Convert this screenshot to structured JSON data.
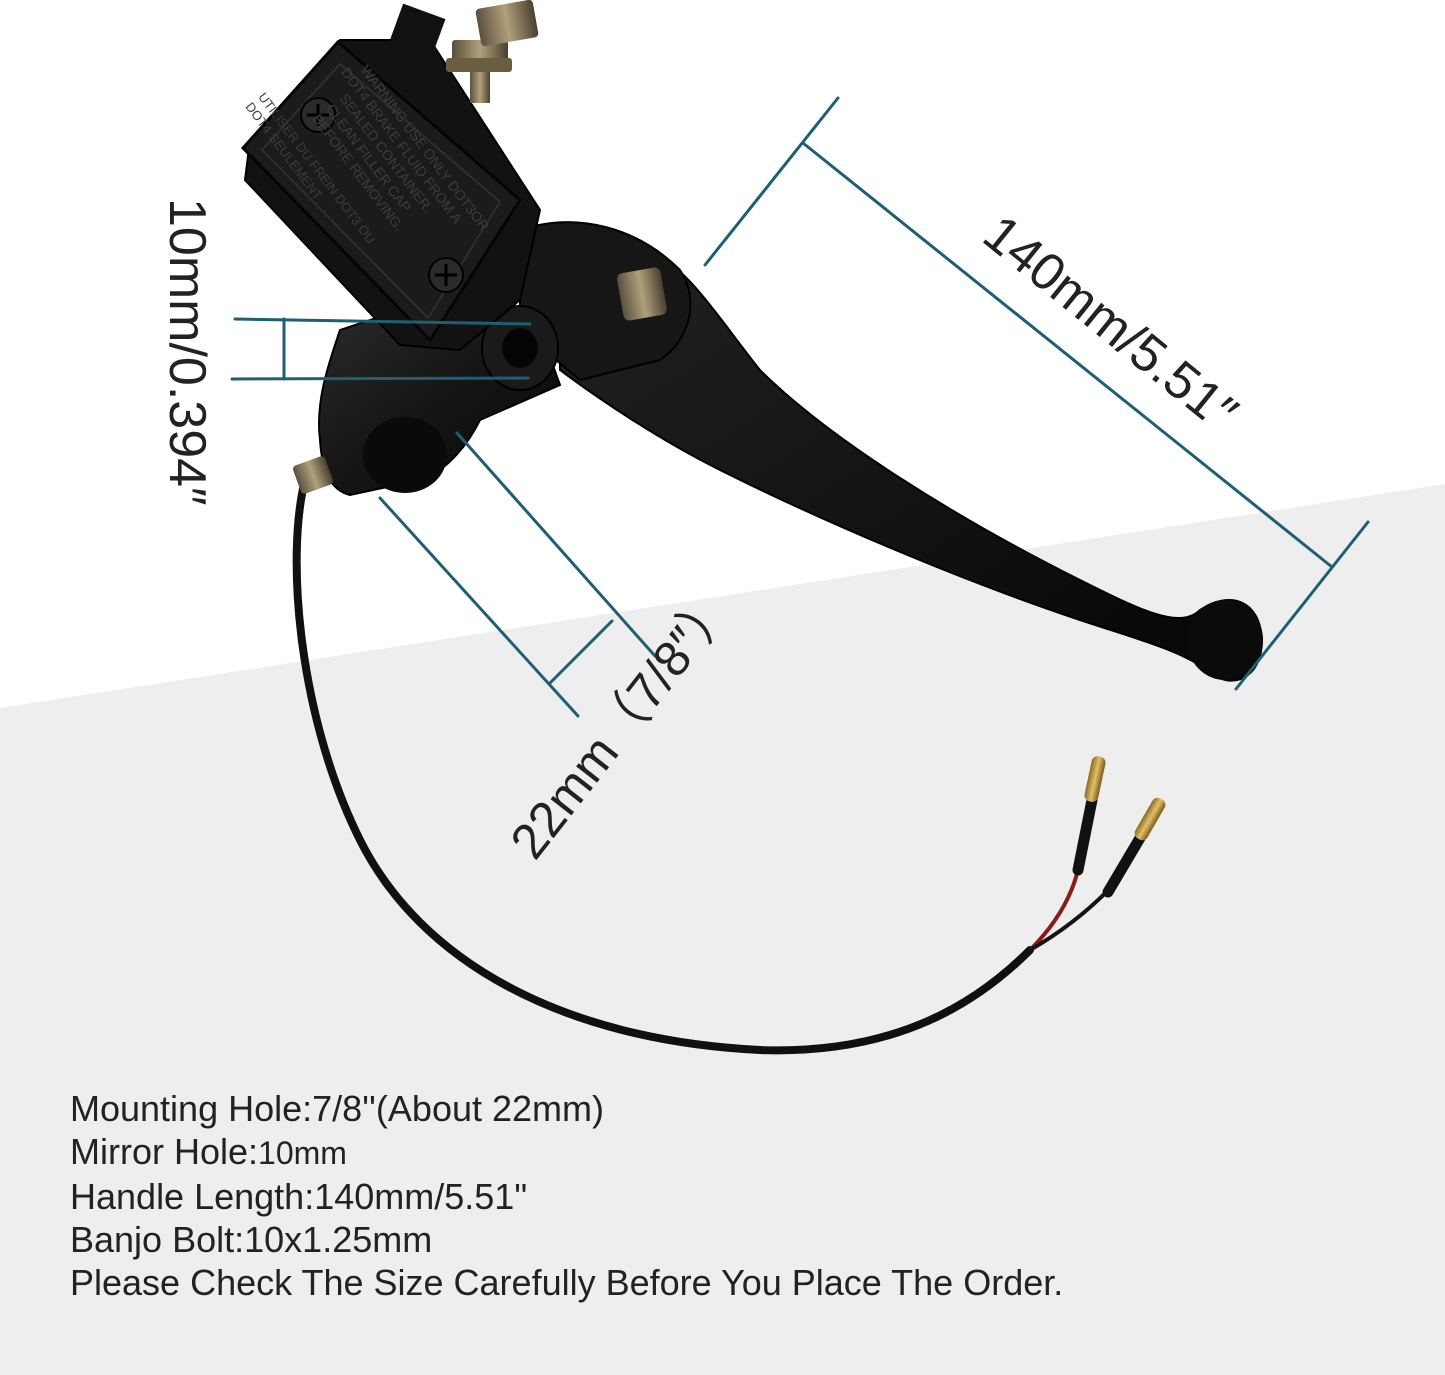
{
  "product": {
    "reservoir_cap_text": [
      "WARNING USE ONLY DOT3OR",
      "DOT4 BRAKE FLUID FROM A",
      "SEALED CONTAINER.",
      "CLEAN FILLER CAP",
      "BEFORE REMOVING."
    ],
    "reservoir_cap_text_2": [
      "UTILISER DU FREIN DOT3 OU",
      "DOT4 SEULEMENT"
    ]
  },
  "dimensions": {
    "lever_length": "140mm/5.51″",
    "mirror_hole": "10mm/0.394″",
    "mounting_hole": "22mm（7/8″）"
  },
  "specs": [
    {
      "key": "Mounting Hole:",
      "value": "7/8''(About 22mm)"
    },
    {
      "key": "Mirror Hole:",
      "value": "10mm"
    },
    {
      "key": "Handle Length:",
      "value": "140mm/5.51\""
    },
    {
      "key": "Banjo Bolt:",
      "value": "10x1.25mm"
    },
    {
      "key": "",
      "value": "Please Check The Size Carefully Before You Place The Order."
    }
  ],
  "colors": {
    "background_top": "#ffffff",
    "background_bottom": "#eeeeee",
    "dimension_line": "#1e5f73",
    "part_black": "#141414",
    "text": "#222222"
  }
}
